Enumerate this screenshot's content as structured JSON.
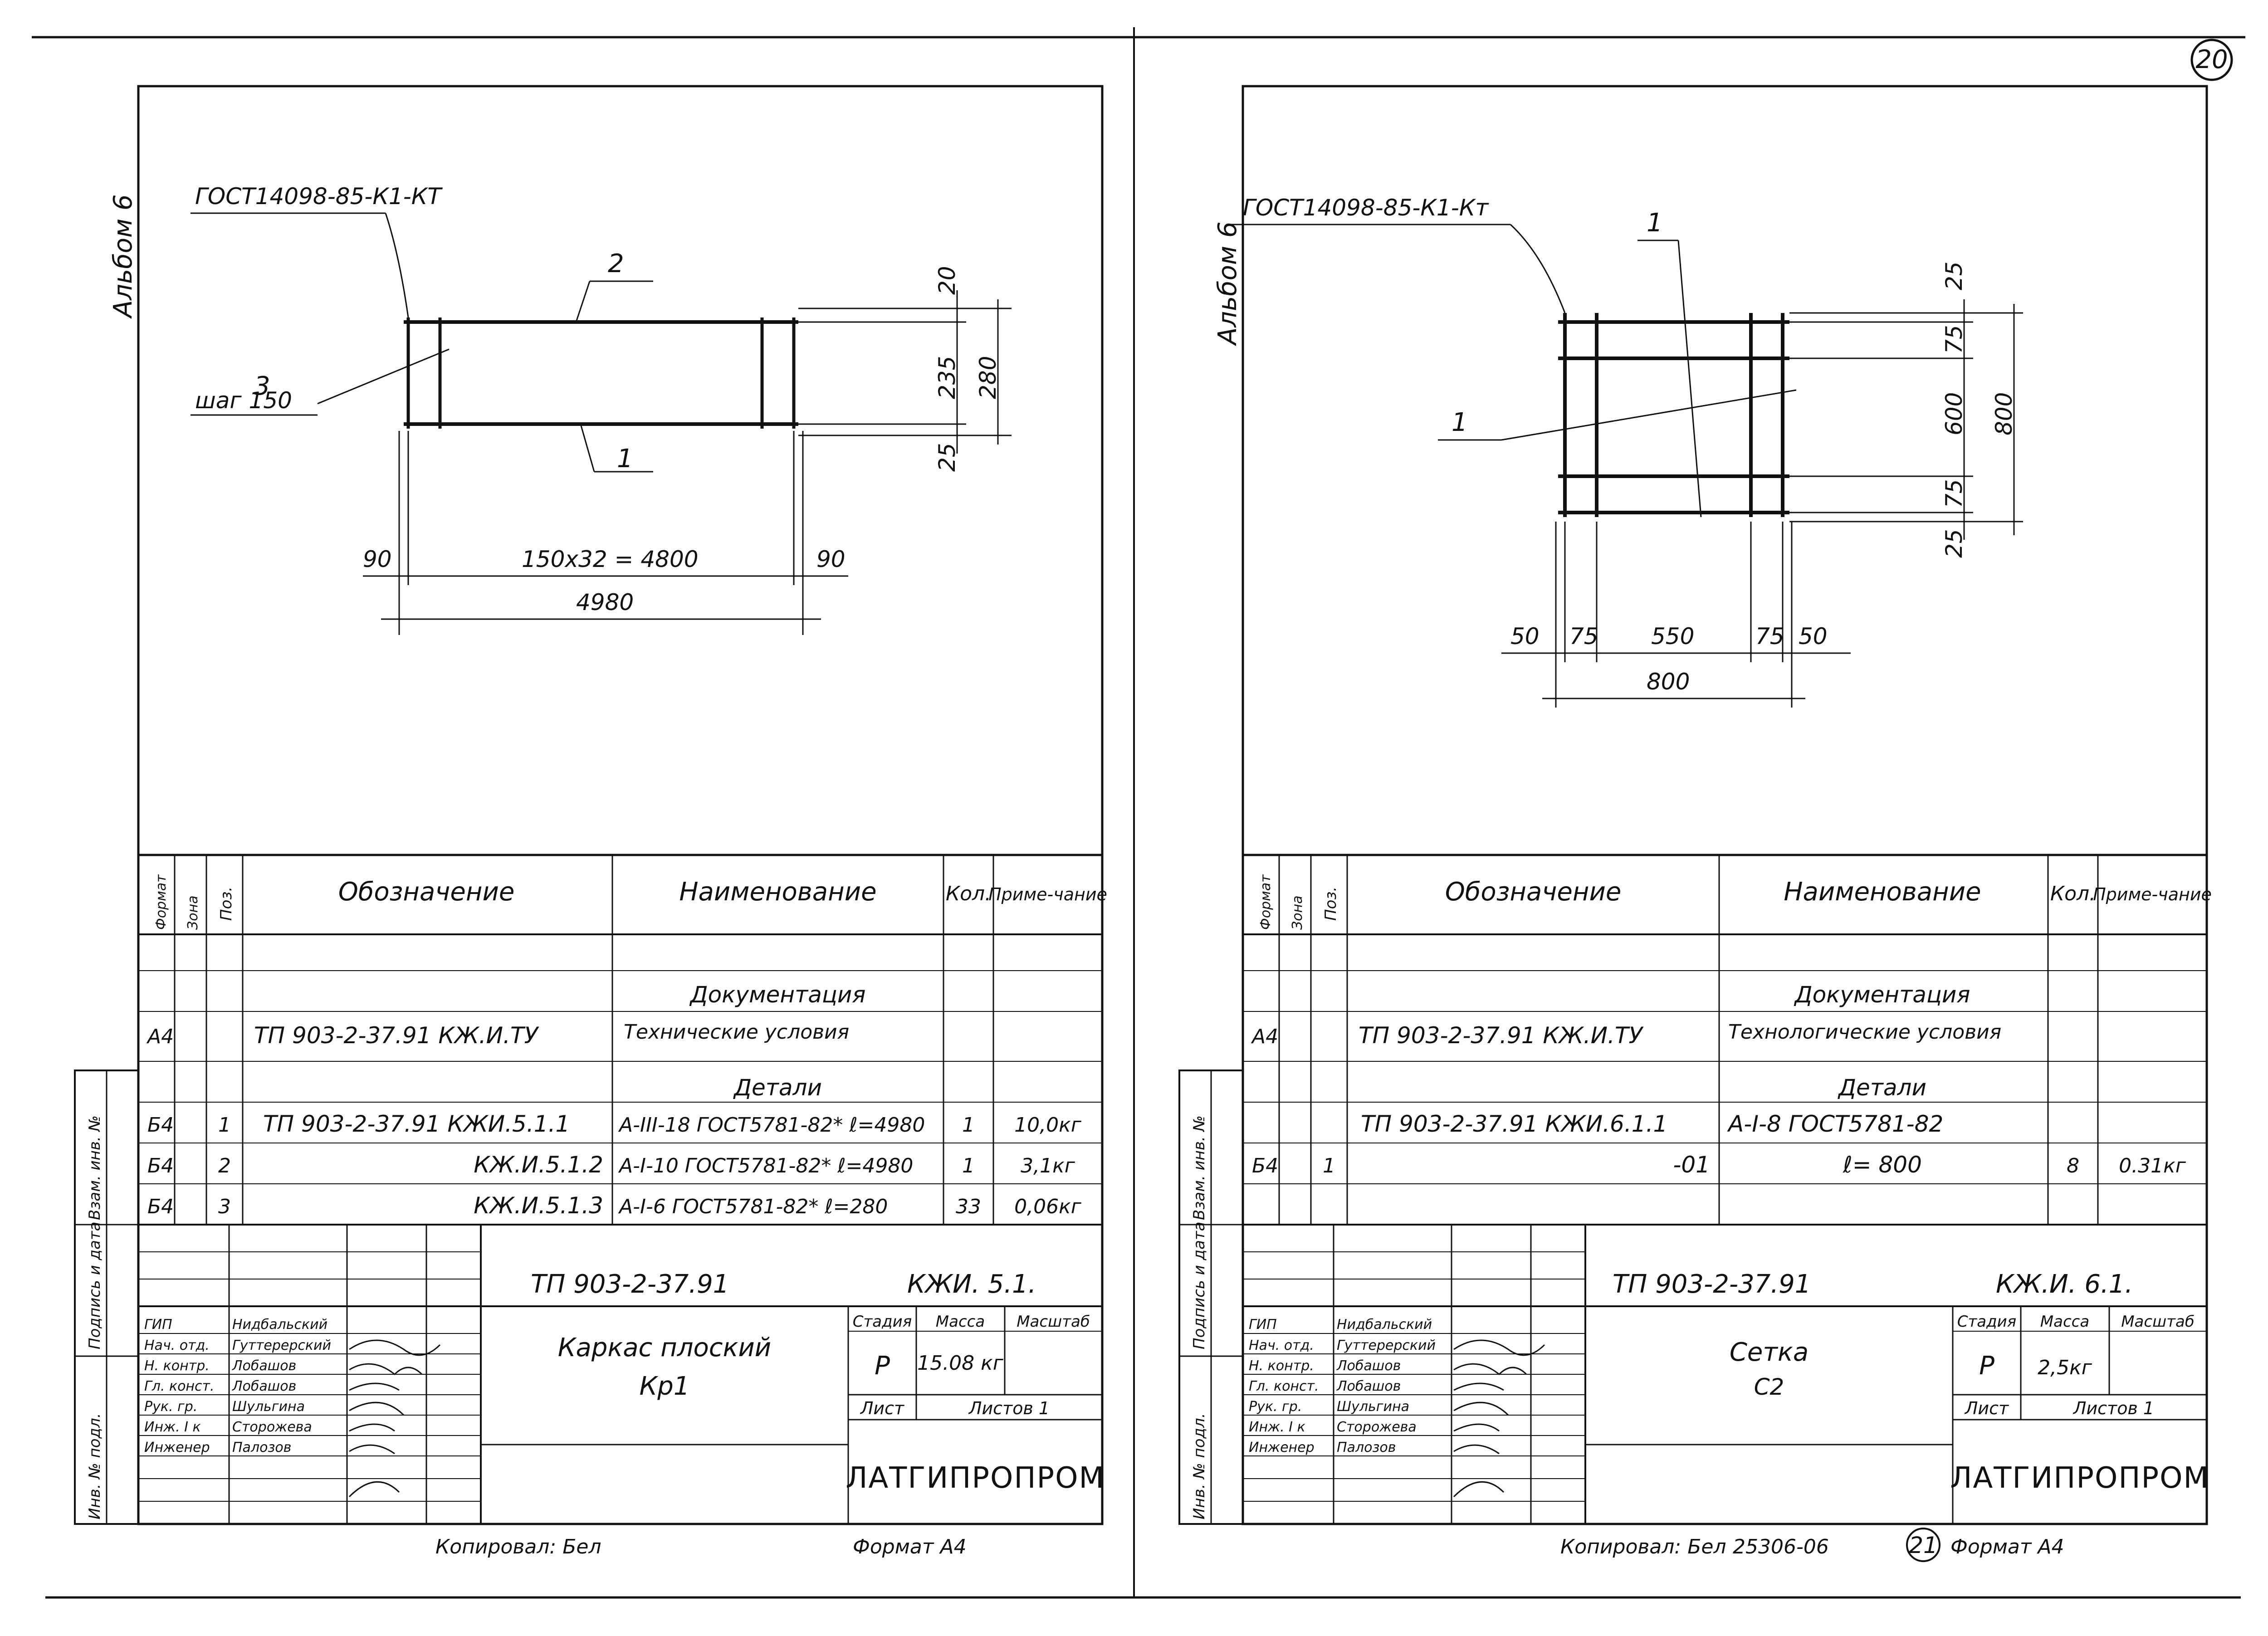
{
  "page_number": "20",
  "sheets": [
    {
      "album": "Альбом 6",
      "drawing": {
        "weld_note": "ГОСТ14098-85-К1-КТ",
        "pos1": "1",
        "pos2": "2",
        "pos3": "3",
        "step": "шаг 150",
        "dim_20": "20",
        "dim_235": "235",
        "dim_280": "280",
        "dim_25": "25",
        "dim_90_left": "90",
        "dim_mid": "150х32 = 4800",
        "dim_90_right": "90",
        "dim_total": "4980"
      },
      "spec": {
        "headers": {
          "format": "Формат",
          "zone": "Зона",
          "pos": "Поз.",
          "designation": "Обозначение",
          "name": "Наименование",
          "qty": "Кол.",
          "note": "Приме-чание"
        },
        "section_docs": "Документация",
        "section_parts": "Детали",
        "rows": [
          {
            "format": "А4",
            "pos": "",
            "designation": "ТП 903-2-37.91 КЖ.И.ТУ",
            "name": "Технические условия",
            "qty": "",
            "note": ""
          },
          {
            "format": "Б4",
            "pos": "1",
            "designation": "ТП 903-2-37.91 КЖИ.5.1.1",
            "name": "А-III-18 ГОСТ5781-82* ℓ=4980",
            "qty": "1",
            "note": "10,0кг"
          },
          {
            "format": "Б4",
            "pos": "2",
            "designation": "КЖ.И.5.1.2",
            "name": "А-I-10 ГОСТ5781-82* ℓ=4980",
            "qty": "1",
            "note": "3,1кг"
          },
          {
            "format": "Б4",
            "pos": "3",
            "designation": "КЖ.И.5.1.3",
            "name": "А-I-6 ГОСТ5781-82* ℓ=280",
            "qty": "33",
            "note": "0,06кг"
          }
        ]
      },
      "side_stamp": {
        "inv_orig": "Инв. № подл.",
        "sign_date": "Подпись и дата",
        "inv_new": "Взам. инв. №"
      },
      "title_block": {
        "doc_code": "ТП 903-2-37.91",
        "sheet_code": "КЖИ. 5.1.",
        "title_line1": "Каркас плоский",
        "title_line2": "Кр1",
        "stage_label": "Стадия",
        "mass_label": "Масса",
        "scale_label": "Масштаб",
        "stage": "Р",
        "mass": "15.08 кг",
        "sheet_label": "Лист",
        "sheets_label": "Листов 1",
        "org": "ЛАТГИПРОПРОМ",
        "roles": [
          "ГИП",
          "Нач. отд.",
          "Н. контр.",
          "Гл. конст.",
          "Рук. гр.",
          "Инж. I к",
          "Инженер"
        ],
        "names": [
          "Нидбальский",
          "Гуттерерский",
          "Лобашов",
          "Лобашов",
          "Шульгина",
          "Сторожева",
          "Палозов"
        ],
        "copied": "Копировал: Бел",
        "format": "Формат А4"
      }
    },
    {
      "album": "Альбом 6",
      "drawing": {
        "weld_note": "ГОСТ14098-85-К1-Кт",
        "pos1_top": "1",
        "pos1_left": "1",
        "dim_25_top": "25",
        "dim_75_top": "75",
        "dim_600": "600",
        "dim_75_bot": "75",
        "dim_25_bot": "25",
        "dim_800_v": "800",
        "dim_50_l": "50",
        "dim_75_l": "75",
        "dim_550": "550",
        "dim_75_r": "75",
        "dim_50_r": "50",
        "dim_800_h": "800"
      },
      "spec": {
        "headers": {
          "format": "Формат",
          "zone": "Зона",
          "pos": "Поз.",
          "designation": "Обозначение",
          "name": "Наименование",
          "qty": "Кол.",
          "note": "Приме-чание"
        },
        "section_docs": "Документация",
        "section_parts": "Детали",
        "rows": [
          {
            "format": "А4",
            "pos": "",
            "designation": "ТП 903-2-37.91 КЖ.И.ТУ",
            "name": "Технологические условия",
            "qty": "",
            "note": ""
          },
          {
            "format": "",
            "pos": "",
            "designation": "ТП 903-2-37.91 КЖИ.6.1.1",
            "name": "А-I-8 ГОСТ5781-82",
            "qty": "",
            "note": ""
          },
          {
            "format": "Б4",
            "pos": "1",
            "designation": "-01",
            "name": "ℓ= 800",
            "qty": "8",
            "note": "0.31кг"
          }
        ]
      },
      "side_stamp": {
        "inv_orig": "Инв. № подл.",
        "sign_date": "Подпись и дата",
        "inv_new": "Взам. инв. №"
      },
      "title_block": {
        "doc_code": "ТП 903-2-37.91",
        "sheet_code": "КЖ.И. 6.1.",
        "title_line1": "Сетка",
        "title_line2": "С2",
        "stage_label": "Стадия",
        "mass_label": "Масса",
        "scale_label": "Масштаб",
        "stage": "Р",
        "mass": "2,5кг",
        "sheet_label": "Лист",
        "sheets_label": "Листов 1",
        "org": "ЛАТГИПРОПРОМ",
        "roles": [
          "ГИП",
          "Нач. отд.",
          "Н. контр.",
          "Гл. конст.",
          "Рук. гр.",
          "Инж. I к",
          "Инженер"
        ],
        "names": [
          "Нидбальский",
          "Гуттерерский",
          "Лобашов",
          "Лобашов",
          "Шульгина",
          "Сторожева",
          "Палозов"
        ],
        "copied": "Копировал: Бел",
        "inv_number": "25306-06",
        "sub_page": "21",
        "format": "Формат А4"
      }
    }
  ]
}
